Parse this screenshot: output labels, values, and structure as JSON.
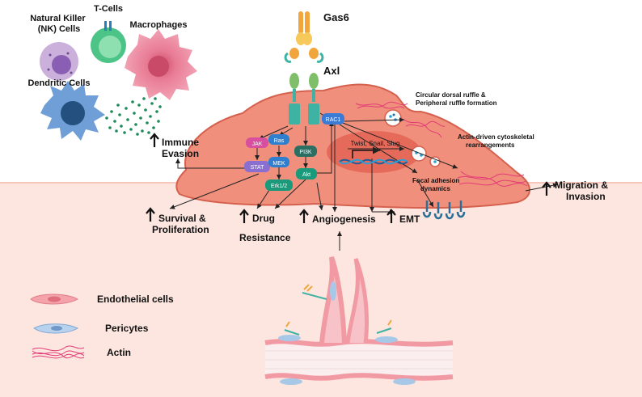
{
  "labels": {
    "nk_cells": "Natural Killer (NK) Cells",
    "t_cells": "T-Cells",
    "macrophages": "Macrophages",
    "dendritic_cells": "Dendritic Cells",
    "gas6": "Gas6",
    "axl": "Axl",
    "immune_evasion": "Immune Evasion",
    "circular_ruffle": "Circular dorsal ruffle &",
    "peripheral_ruffle": "Peripheral ruffle formation",
    "actin_driven": "Actin-driven cytoskeletal",
    "rearrangements": "rearrangements",
    "focal_adhesion": "Focal adhesion",
    "dynamics": "dynamics",
    "transcription_factors": "Twist, Snail, Slug",
    "migration": "Migration &",
    "invasion": "Invasion",
    "survival": "Survival &",
    "proliferation": "Proliferation",
    "drug": "Drug",
    "resistance": "Resistance",
    "angiogenesis": "Angiogenesis",
    "emt": "EMT"
  },
  "nodes": {
    "jak": "JAK",
    "stat": "STAT",
    "ras": "Ras",
    "mek": "MEK",
    "erk": "Erk1/2",
    "pi3k": "PI3K",
    "akt": "Akt",
    "rac1": "RAC1"
  },
  "legend": {
    "endothelial": "Endothelial cells",
    "pericytes": "Pericytes",
    "actin": "Actin"
  },
  "colors": {
    "cell_fill": "#f0907c",
    "cell_stroke": "#d4604d",
    "nucleus": "#e56a5a",
    "tissue": "#fde6df",
    "receptor_teal": "#3fb3a3",
    "receptor_green": "#7fbf6a",
    "gas6_orange": "#f0a63c",
    "jak": "#d94fa0",
    "stat": "#8a6fd1",
    "ras_mek": "#2e7fd0",
    "erk_akt": "#1a9a7a",
    "pi3k": "#2b6e62",
    "rac1": "#3a7bd5"
  }
}
